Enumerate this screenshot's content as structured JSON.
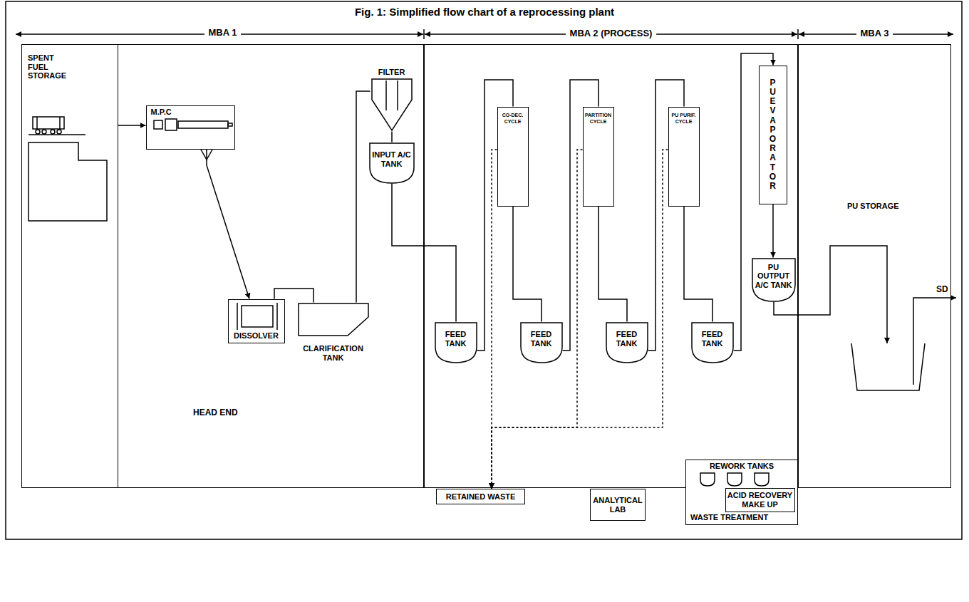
{
  "diagram": {
    "title": "Fig. 1: Simplified flow chart of a reprocessing plant",
    "nodes": [
      {
        "text": [
          "MBA 1"
        ]
      },
      {
        "text": [
          "SPENT FUEL STORAGE"
        ],
        "in": 0
      },
      {
        "text": [
          "HEAD END"
        ],
        "in": 0
      },
      {
        "text": [
          "M.P.C"
        ],
        "in": 2
      },
      {
        "text": [
          "DISSOLVER"
        ],
        "in": 2
      },
      {
        "text": [
          "CLARIFICATION TANK"
        ],
        "in": 2
      },
      {
        "text": [
          "FILTER"
        ],
        "in": 2
      },
      {
        "text": [
          "INPUT A/C TANK"
        ],
        "in": 2
      },
      {
        "text": [
          "MBA 2 (PROCESS)"
        ]
      },
      {
        "text": [
          "FEED TANK"
        ],
        "in": 8
      },
      {
        "text": [
          "CO-DEC. CYCLE"
        ],
        "in": 8
      },
      {
        "text": [
          "FEED TANK"
        ],
        "in": 8
      },
      {
        "text": [
          "PARTITION CYCLE"
        ],
        "in": 8
      },
      {
        "text": [
          "FEED TANK"
        ],
        "in": 8
      },
      {
        "text": [
          "PU PURIF. CYCLE"
        ],
        "in": 8
      },
      {
        "text": [
          "FEED TANK"
        ],
        "in": 8
      },
      {
        "text": [
          "PU EVAPORATOR"
        ],
        "in": 8
      },
      {
        "text": [
          "PU OUTPUT A/C TANK"
        ],
        "in": 8
      },
      {
        "text": [
          "MBA 3",
          "PU STORAGE"
        ]
      },
      {
        "text": [
          "RETAINED WASTE"
        ]
      },
      {
        "text": [
          "ANALYTICAL LAB"
        ]
      },
      {
        "text": [
          "REWORK TANKS",
          "WASTE TREATMENT"
        ]
      },
      {
        "text": [
          "ACID RECOVERY MAKE UP"
        ],
        "in": 21
      }
    ],
    "edges": [
      {
        "from": 1,
        "to": 3,
        "arrow": "to"
      },
      {
        "from": 3,
        "to": 4,
        "arrow": "to"
      },
      {
        "from": 4,
        "to": 5,
        "arrow": "none"
      },
      {
        "from": 5,
        "to": 6,
        "arrow": "none"
      },
      {
        "from": 6,
        "to": 7,
        "arrow": "none"
      },
      {
        "from": 7,
        "to": 9,
        "arrow": "none"
      },
      {
        "from": 9,
        "to": 10,
        "arrow": "none"
      },
      {
        "from": 10,
        "to": 11,
        "arrow": "none"
      },
      {
        "from": 11,
        "to": 12,
        "arrow": "none"
      },
      {
        "from": 12,
        "to": 13,
        "arrow": "none"
      },
      {
        "from": 13,
        "to": 14,
        "arrow": "none"
      },
      {
        "from": 14,
        "to": 15,
        "arrow": "none"
      },
      {
        "from": 15,
        "to": 16,
        "arrow": "to"
      },
      {
        "from": 16,
        "to": 17,
        "arrow": "to"
      },
      {
        "from": 17,
        "to": 18,
        "arrow": "to"
      },
      {
        "from": 10,
        "to": 19,
        "arrow": "to"
      },
      {
        "from": 12,
        "to": 19,
        "arrow": "to"
      },
      {
        "from": 14,
        "to": 19,
        "arrow": "to"
      }
    ],
    "labels": [
      "SD"
    ]
  }
}
